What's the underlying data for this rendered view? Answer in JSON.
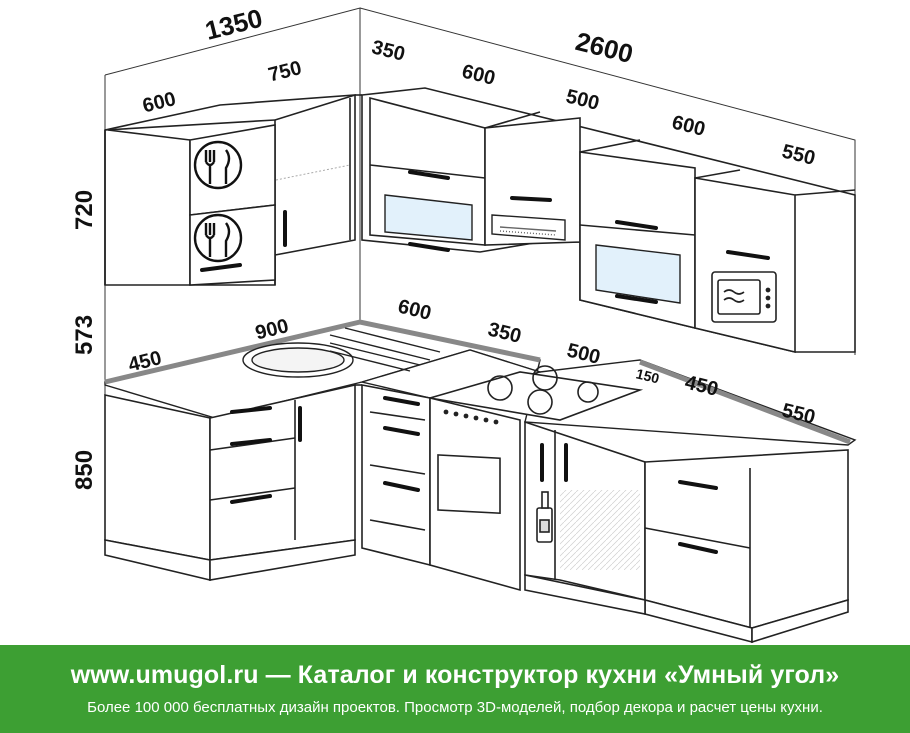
{
  "dimensions": {
    "top_left_total": "1350",
    "top_left_750": "750",
    "top_left_600": "600",
    "top_right_total": "2600",
    "top_350": "350",
    "top_600a": "600",
    "top_500": "500",
    "top_600b": "600",
    "top_550": "550",
    "height_upper": "720",
    "height_gap": "573",
    "height_lower": "850",
    "ct_450": "450",
    "ct_900": "900",
    "ct_600": "600",
    "ct_350": "350",
    "ct_500": "500",
    "ct_150": "150",
    "ct_450b": "450",
    "ct_550": "550"
  },
  "footer": {
    "title": "www.umugol.ru — Каталог и конструктор кухни «Умный угол»",
    "subtitle": "Более 100 000 бесплатных дизайн проектов. Просмотр 3D-моделей, подбор декора и расчет цены кухни."
  },
  "colors": {
    "footer_bg": "#3d9f33",
    "glass": "#e2f1fb",
    "countertop_edge": "#888888"
  }
}
